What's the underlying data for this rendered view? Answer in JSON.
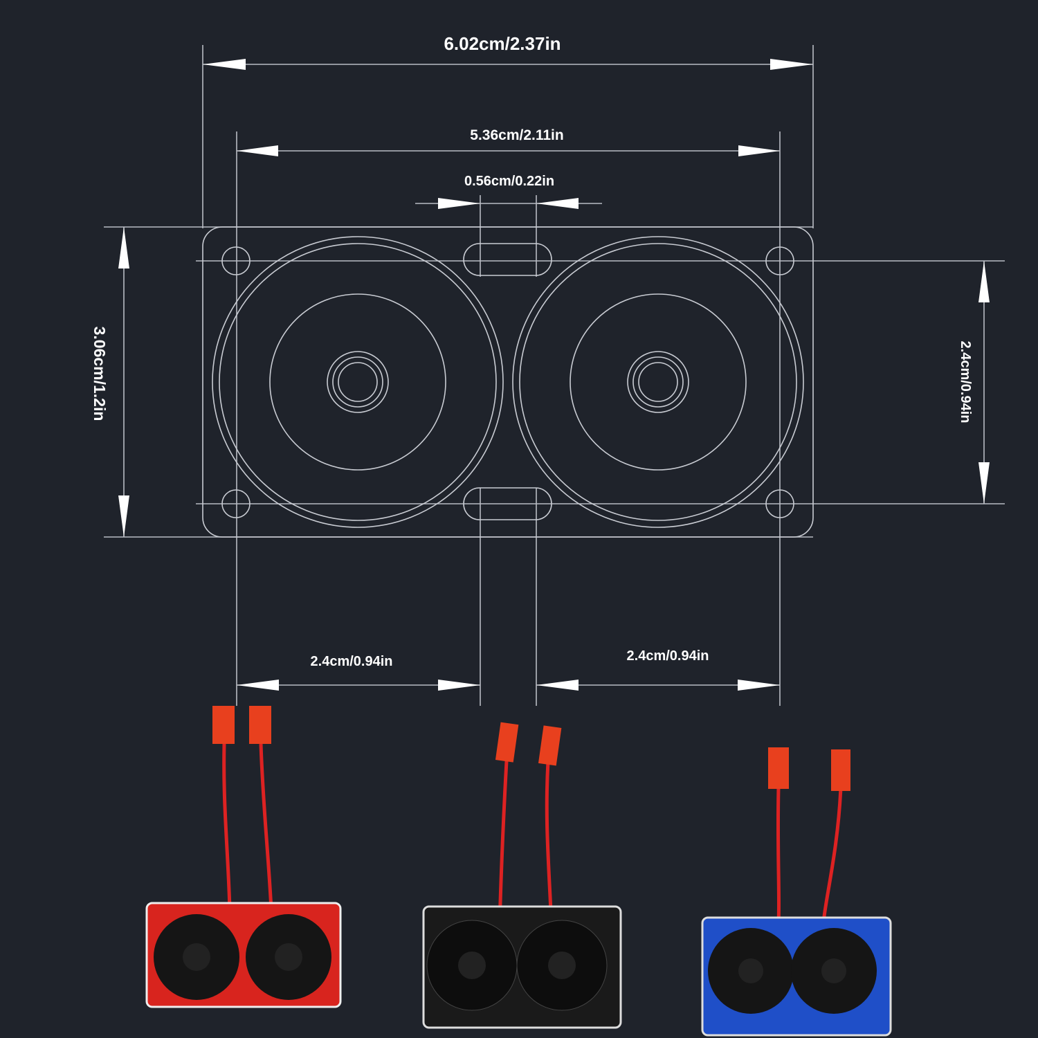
{
  "dimensions": {
    "overall_width": "6.02cm/2.37in",
    "hole_spacing_width": "5.36cm/2.11in",
    "slot_width": "0.56cm/0.22in",
    "overall_height": "3.06cm/1.2in",
    "hole_spacing_height": "2.4cm/0.94in",
    "fan_left_width": "2.4cm/0.94in",
    "fan_right_width": "2.4cm/0.94in"
  },
  "products": [
    {
      "name": "red",
      "color": "#d8241e"
    },
    {
      "name": "black",
      "color": "#1a1a1a"
    },
    {
      "name": "blue",
      "color": "#1f4fc8"
    }
  ]
}
